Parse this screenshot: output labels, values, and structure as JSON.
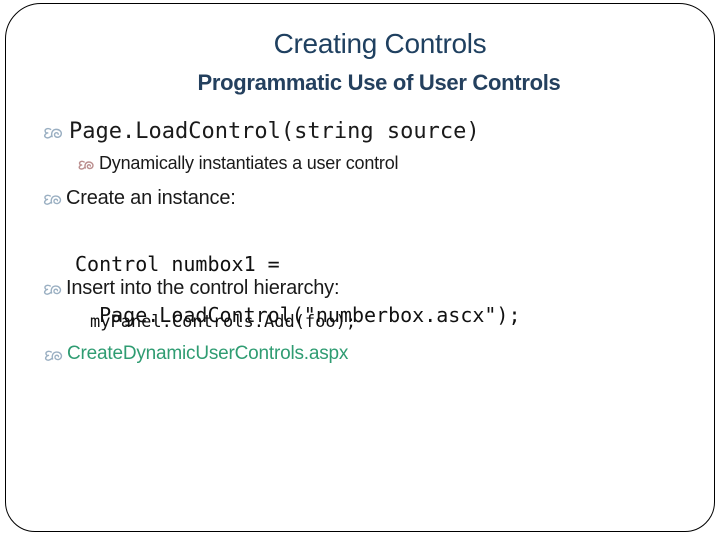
{
  "slide": {
    "title": "Creating Controls",
    "subtitle": "Programmatic Use of User Controls",
    "bullets": {
      "page_load_control": "Page.LoadControl(string source)",
      "dynamically": "Dynamically instantiates a user control",
      "create_instance": "Create an instance:",
      "code_control_line1": "Control numbox1 =",
      "code_control_line2": "  Page.LoadControl(\"numberbox.ascx\");",
      "insert_hierarchy": "Insert into the control hierarchy:",
      "code_mypanel": "myPanel.Controls.Add(foo);",
      "link_aspx": "CreateDynamicUserControls.aspx"
    },
    "colors": {
      "title_navy": "#1F4060",
      "body_text": "#1A1A1A",
      "bullet_level1": "#9AAFC2",
      "bullet_level2": "#BB8F8F",
      "hyperlink_green": "#2F9C72",
      "border_black": "#000000"
    }
  }
}
